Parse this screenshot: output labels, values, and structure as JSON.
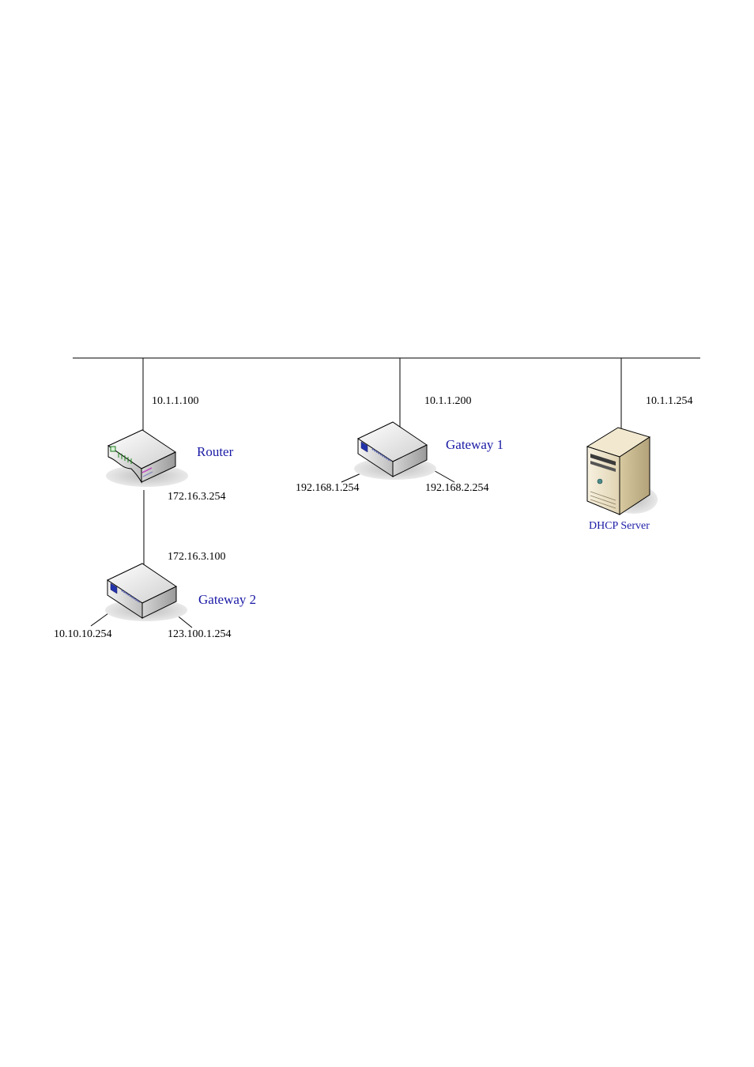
{
  "colors": {
    "line": "#000000",
    "device_label": "#1a1aa6",
    "ip_label": "#000000"
  },
  "devices": {
    "router": {
      "name": "Router",
      "upstream_ip": "10.1.1.100",
      "downstream_ip": "172.16.3.254"
    },
    "gateway1": {
      "name": "Gateway 1",
      "upstream_ip": "10.1.1.200",
      "left_ip": "192.168.1.254",
      "right_ip": "192.168.2.254"
    },
    "gateway2": {
      "name": "Gateway 2",
      "upstream_ip": "172.16.3.100",
      "left_ip": "10.10.10.254",
      "right_ip": "123.100.1.254"
    },
    "dhcp_server": {
      "name": "DHCP Server",
      "ip": "10.1.1.254"
    }
  }
}
